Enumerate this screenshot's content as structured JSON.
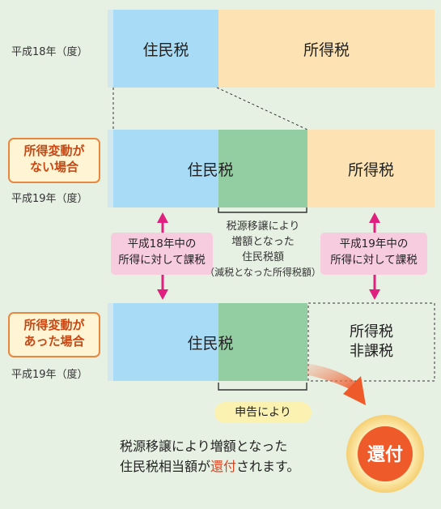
{
  "labels": {
    "year18": "平成18年（度）",
    "year19a": "平成19年（度）",
    "year19b": "平成19年（度）"
  },
  "badges": {
    "no_change": [
      "所得変動が",
      "ない場合"
    ],
    "changed": [
      "所得変動が",
      "あった場合"
    ]
  },
  "bars": {
    "row1": {
      "resident": "住民税",
      "income": "所得税"
    },
    "row2": {
      "resident": "住民税",
      "income": "所得税"
    },
    "row3": {
      "resident": "住民税",
      "income": [
        "所得税",
        "非課税"
      ]
    }
  },
  "callouts": {
    "left": [
      "平成18年中の",
      "所得に対して課税"
    ],
    "right": [
      "平成19年中の",
      "所得に対して課税"
    ],
    "center": [
      "税源移譲により",
      "増額となった",
      "住民税額",
      "（減税となった所得税額）"
    ]
  },
  "claim": "申告により",
  "message": {
    "line1": "税源移譲により増額となった",
    "line2_prefix": "住民税相当額が",
    "line2_highlight": "還付",
    "line2_suffix": "されます。"
  },
  "refund": "還付",
  "colors": {
    "resident": "#a8dcf6",
    "income": "#fde3b4",
    "transfer": "#93cea2",
    "arrow": "#e0207f",
    "badge_border": "#e8873d",
    "refund_circle": "#ee5a2a",
    "highlight": "#e0421e"
  }
}
